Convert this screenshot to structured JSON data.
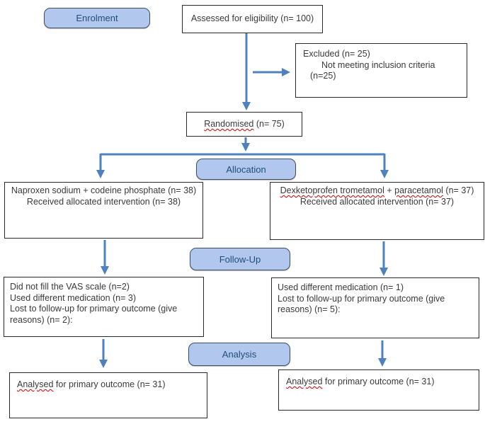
{
  "bands": {
    "enrolment": "Enrolment",
    "allocation": "Allocation",
    "followup": "Follow-Up",
    "analysis": "Analysis"
  },
  "boxes": {
    "assessed": {
      "line1": "Assessed for eligibility (n= 100)"
    },
    "excluded": {
      "line1": "Excluded (n= 25)",
      "line2": "Not meeting inclusion criteria",
      "line3": "(n=25)"
    },
    "randomised": {
      "word": "Randomised",
      "rest": " (n= 75)"
    },
    "alloc_left": {
      "line1": "Naproxen sodium + codeine phosphate (n= 38)",
      "line2": "Received allocated intervention (n= 38)"
    },
    "alloc_right": {
      "drug1": "Dexketoprofen trometamol",
      "plus": " + ",
      "drug2": "paracetamol",
      "rest": " (n= 37)",
      "line2": "Received allocated intervention (n= 37)"
    },
    "followup_left": {
      "line1": "Did not fill the VAS scale (n=2)",
      "line2": "Used different medication (n= 3)",
      "line3": "Lost to follow-up for primary outcome (give reasons) (n= 2):"
    },
    "followup_right": {
      "line1": "Used different medication (n= 1)",
      "line2": "Lost to follow-up for primary outcome (give reasons) (n= 5):"
    },
    "analysed_left": {
      "word": "Analysed",
      "rest": " for primary outcome (n= 31)"
    },
    "analysed_right": {
      "word": "Analysed",
      "rest": " for primary outcome (n= 31)"
    }
  },
  "colors": {
    "arrow": "#4f81bd",
    "band_fill": "#b2c7ee",
    "band_border": "#3d4e63",
    "band_text": "#1f4e79",
    "box_border": "#2a2a2a",
    "text": "#3a3a3a",
    "squiggle": "#cc0000"
  }
}
